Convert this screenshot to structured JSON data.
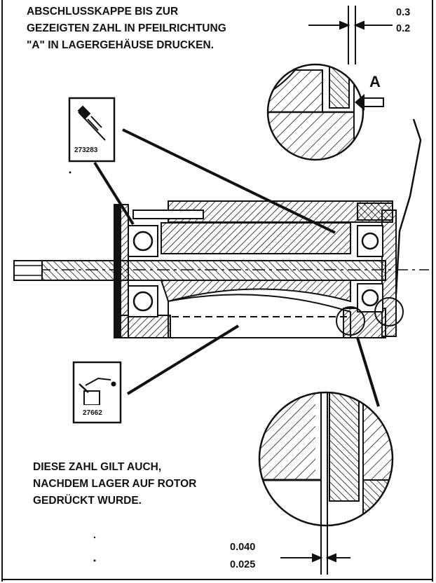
{
  "instruction_top": {
    "line1": "ABSCHLUSSKAPPE BIS ZUR",
    "line2": "GEZEIGTEN ZAHL IN PFEILRICHTUNG",
    "line3": "\"A\" IN LAGERGEHÄUSE DRUCKEN."
  },
  "instruction_bottom": {
    "line1": "DIESE ZAHL GILT AUCH,",
    "line2": "NACHDEM LAGER AUF ROTOR",
    "line3": "GEDRÜCKT WURDE."
  },
  "dimension_top": {
    "max": "0.3",
    "min": "0.2"
  },
  "dimension_bottom": {
    "max": "0.040",
    "min": "0.025"
  },
  "arrow_label": "A",
  "tool_top": {
    "number": "273283",
    "icon": "press-tool-icon"
  },
  "tool_bottom": {
    "number": "27662",
    "icon": "oil-can-icon"
  },
  "colors": {
    "ink": "#111111",
    "paper": "#ffffff"
  }
}
